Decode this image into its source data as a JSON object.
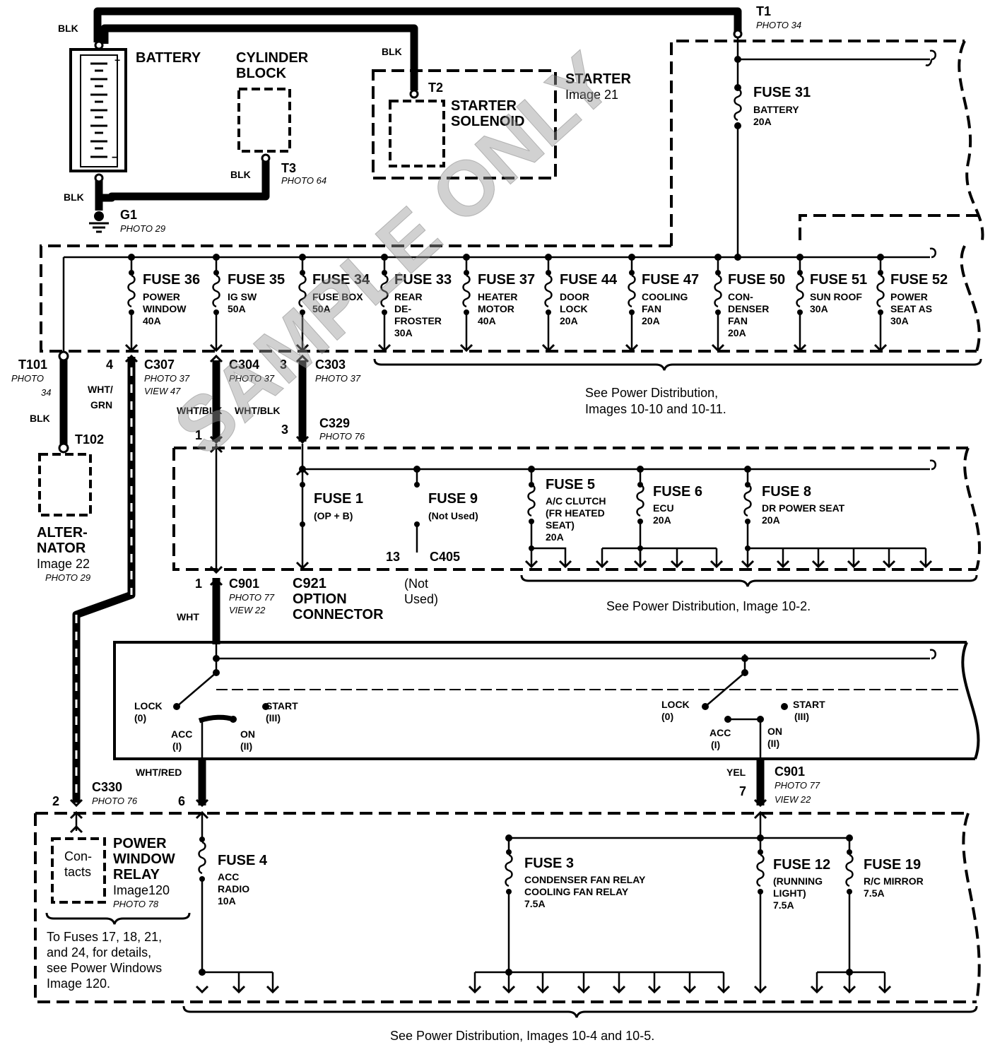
{
  "wire_colors": {
    "blk": "BLK",
    "wht_grn_1": "WHT/",
    "wht_grn_2": "GRN",
    "wht_blk_a": "WHT/BLK",
    "wht_blk_b": "WHT/BLK",
    "wht": "WHT",
    "wht_red": "WHT/RED",
    "yel": "YEL"
  },
  "battery": {
    "label": "BATTERY",
    "plus": "+",
    "minus": "−"
  },
  "cylinder_block": {
    "line1": "CYLINDER",
    "line2": "BLOCK"
  },
  "starter": {
    "title": "STARTER",
    "image": "Image 21",
    "solenoid1": "STARTER",
    "solenoid2": "SOLENOID"
  },
  "terminals": {
    "t1": "T1",
    "t1_photo": "PHOTO 34",
    "t2": "T2",
    "t3": "T3",
    "t3_photo": "PHOTO 64",
    "g1": "G1",
    "g1_photo": "PHOTO 29",
    "t101": "T101",
    "t101_photo": "PHOTO",
    "t101_num": "34",
    "t102": "T102"
  },
  "fuse31": {
    "name": "FUSE 31",
    "desc": "BATTERY",
    "amp": "20A"
  },
  "underhood_fuses": [
    {
      "name": "FUSE 36",
      "desc1": "POWER",
      "desc2": "WINDOW",
      "amp": "40A"
    },
    {
      "name": "FUSE 35",
      "desc1": "IG SW",
      "desc2": "",
      "amp": "50A"
    },
    {
      "name": "FUSE 34",
      "desc1": "FUSE BOX",
      "desc2": "",
      "amp": "50A"
    },
    {
      "name": "FUSE 33",
      "desc1": "REAR",
      "desc2": "DE-",
      "desc3": "FROSTER",
      "amp": "30A"
    },
    {
      "name": "FUSE 37",
      "desc1": "HEATER",
      "desc2": "MOTOR",
      "amp": "40A"
    },
    {
      "name": "FUSE 44",
      "desc1": "DOOR",
      "desc2": "LOCK",
      "amp": "20A"
    },
    {
      "name": "FUSE 47",
      "desc1": "COOLING",
      "desc2": "FAN",
      "amp": "20A"
    },
    {
      "name": "FUSE 50",
      "desc1": "CON-",
      "desc2": "DENSER",
      "desc3": "FAN",
      "amp": "20A"
    },
    {
      "name": "FUSE 51",
      "desc1": "SUN ROOF",
      "desc2": "",
      "amp": "30A"
    },
    {
      "name": "FUSE 52",
      "desc1": "POWER",
      "desc2": "SEAT AS",
      "amp": "30A"
    }
  ],
  "connectors": {
    "c307": "C307",
    "c307_photo": "PHOTO 37",
    "c307_view": "VIEW 47",
    "c307_pin": "4",
    "c304": "C304",
    "c304_photo": "PHOTO 37",
    "c303": "C303",
    "c303_photo": "PHOTO 37",
    "c303_pin": "3",
    "c329": "C329",
    "c329_photo": "PHOTO 76",
    "c329_pin1": "1",
    "c329_pin3": "3",
    "c405": "C405",
    "c405_pin": "13",
    "c901": "C901",
    "c901_photo": "PHOTO 77",
    "c901_view": "VIEW 22",
    "c901_pin": "1",
    "c921_1": "C921",
    "c921_2": "OPTION",
    "c921_3": "CONNECTOR",
    "not_used_1": "(Not",
    "not_used_2": "Used)",
    "c901b": "C901",
    "c901b_photo": "PHOTO 77",
    "c901b_view": "VIEW 22",
    "c901b_pin": "7",
    "c330": "C330",
    "c330_photo": "PHOTO 76",
    "c330_pin2": "2",
    "c330_pin6": "6"
  },
  "alternator": {
    "l1": "ALTER-",
    "l2": "NATOR",
    "image": "Image 22",
    "photo": "PHOTO 29"
  },
  "note_pd_1": {
    "line1": "See Power Distribution,",
    "line2": "Images 10-10 and 10-11."
  },
  "dash_fuses": {
    "fuse1": {
      "name": "FUSE 1",
      "desc": "(OP + B)"
    },
    "fuse9": {
      "name": "FUSE 9",
      "desc": "(Not Used)"
    },
    "fuse5": {
      "name": "FUSE 5",
      "desc1": "A/C CLUTCH",
      "desc2": "(FR HEATED",
      "desc3": "SEAT)",
      "amp": "20A"
    },
    "fuse6": {
      "name": "FUSE 6",
      "desc": "ECU",
      "amp": "20A"
    },
    "fuse8": {
      "name": "FUSE 8",
      "desc": "DR POWER SEAT",
      "amp": "20A"
    }
  },
  "note_pd_2": "See Power Distribution, Image 10-2.",
  "ignition": {
    "lock": "LOCK",
    "lock_n": "(0)",
    "acc": "ACC",
    "acc_n": "(I)",
    "on": "ON",
    "on_n": "(II)",
    "start": "START",
    "start_n": "(III)"
  },
  "relay": {
    "c1": "Con-",
    "c2": "tacts",
    "l1": "POWER",
    "l2": "WINDOW",
    "l3": "RELAY",
    "image": "Image120",
    "photo": "PHOTO 78",
    "note1": "To Fuses 17, 18, 21,",
    "note2": "and 24, for details,",
    "note3": "see Power Windows",
    "note4": "Image 120."
  },
  "bottom_fuses": {
    "fuse4": {
      "name": "FUSE 4",
      "desc1": "ACC",
      "desc2": "RADIO",
      "amp": "10A"
    },
    "fuse3": {
      "name": "FUSE 3",
      "desc1": "CONDENSER FAN RELAY",
      "desc2": "COOLING FAN RELAY",
      "amp": "7.5A"
    },
    "fuse12": {
      "name": "FUSE 12",
      "desc1": "(RUNNING",
      "desc2": "LIGHT)",
      "amp": "7.5A"
    },
    "fuse19": {
      "name": "FUSE 19",
      "desc1": "R/C MIRROR",
      "amp": "7.5A"
    }
  },
  "note_pd_3": "See Power Distribution, Images 10-4 and 10-5.",
  "watermark": "SAMPLE ONLY"
}
